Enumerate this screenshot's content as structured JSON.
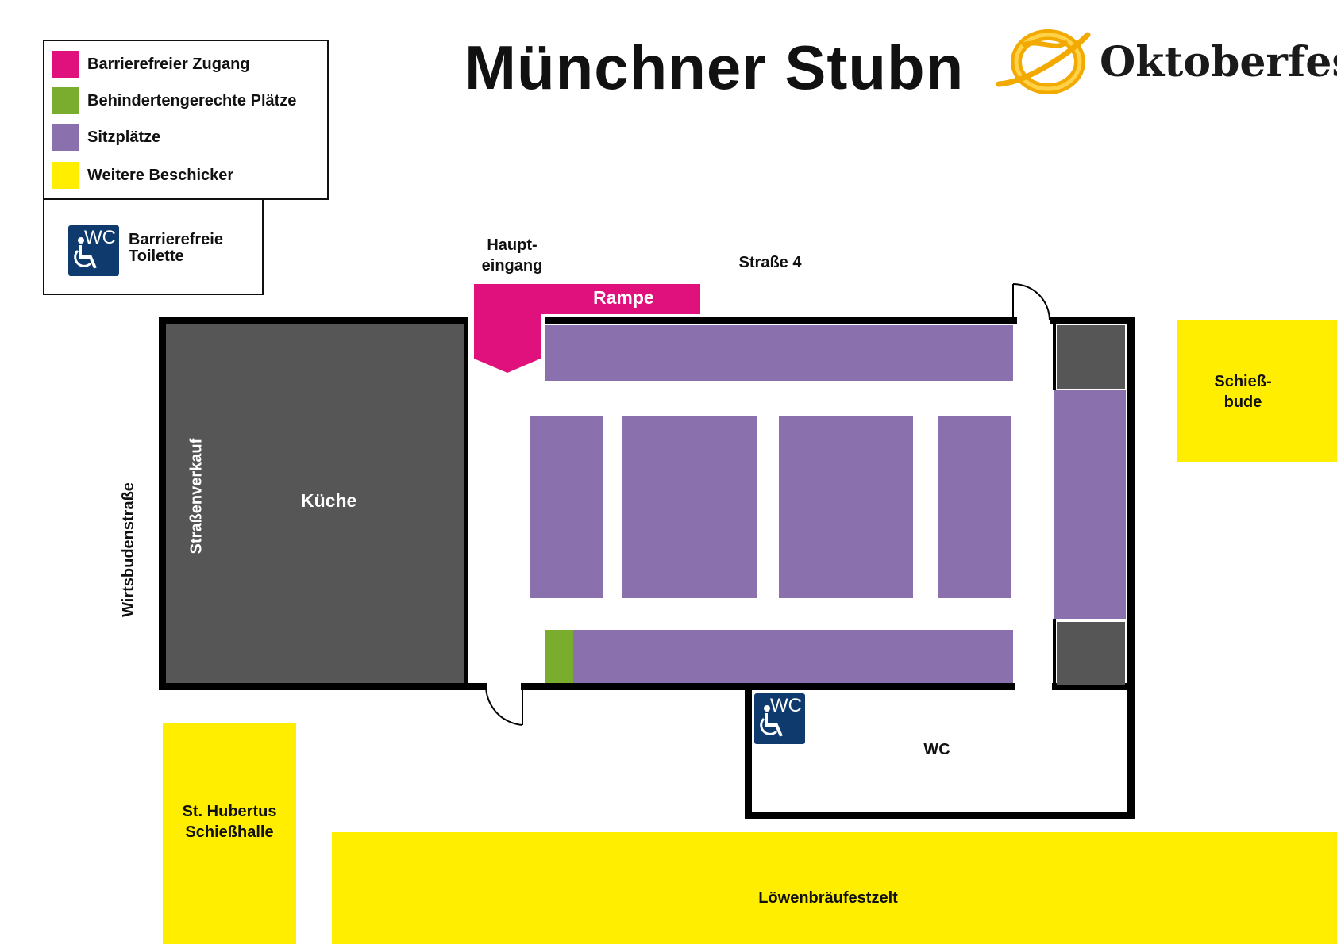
{
  "title": "Münchner Stubn",
  "logo": {
    "text": "Oktoberfest",
    "colors": {
      "gold": "#f2a900",
      "gold_light": "#ffd24a"
    }
  },
  "legend": {
    "items": [
      {
        "label": "Barrierefreier Zugang",
        "color": "#e0107c"
      },
      {
        "label": "Behindertengerechte Plätze",
        "color": "#7aad2e"
      },
      {
        "label": "Sitzplätze",
        "color": "#8b70ae"
      },
      {
        "label": "Weitere Beschicker",
        "color": "#ffee00"
      }
    ],
    "wc_icon_text": "WC",
    "wc_label_line1": "Barrierefreie",
    "wc_label_line2": "Toilette"
  },
  "map": {
    "street_top": "Straße 4",
    "street_left": "Wirtsbudenstraße",
    "main_entrance_line1": "Haupt-",
    "main_entrance_line2": "eingang",
    "ramp": "Rampe",
    "kitchen": "Küche",
    "street_sale": "Straßenverkauf",
    "wc_room": "WC",
    "wc_icon_text": "WC",
    "neighbors": {
      "schiessbude_line1": "Schieß-",
      "schiessbude_line2": "bude",
      "hubertus_line1": "St. Hubertus",
      "hubertus_line2": "Schießhalle",
      "loewenbraeu": "Löwenbräufestzelt"
    }
  }
}
